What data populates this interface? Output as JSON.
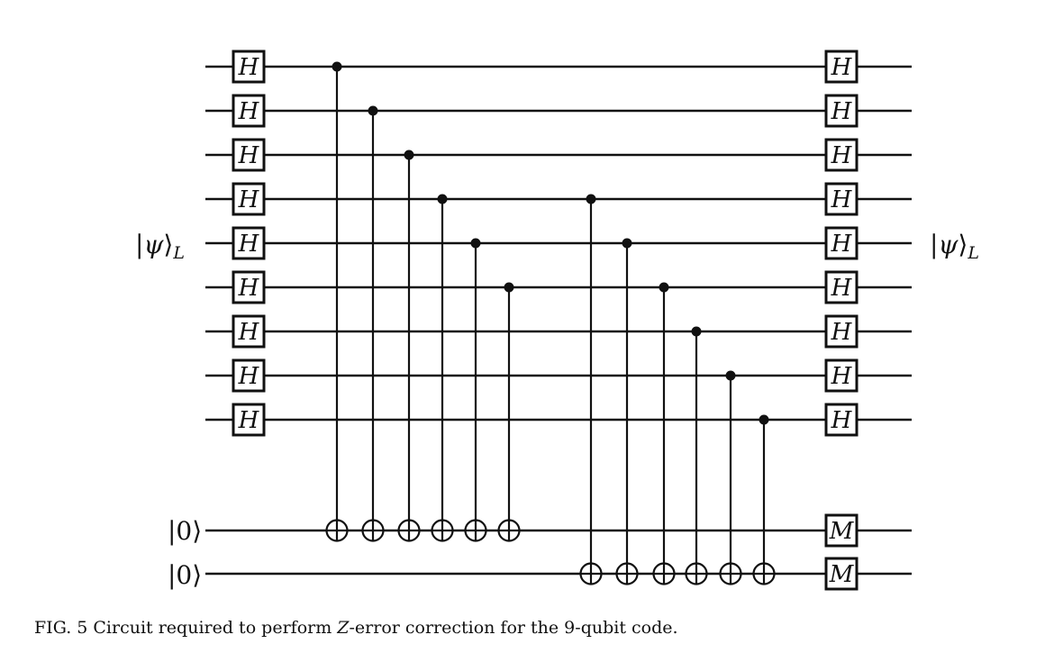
{
  "figure": {
    "input_label": {
      "open": "|",
      "symbol": "ψ",
      "close": "⟩",
      "subscript": "L"
    },
    "output_label": {
      "open": "|",
      "symbol": "ψ",
      "close": "⟩",
      "subscript": "L"
    },
    "ancilla_labels": [
      "|0⟩",
      "|0⟩"
    ],
    "data_qubit_count": 9,
    "ancilla_count": 2,
    "hadamard_gate_label": "H",
    "measure_gate_label": "M",
    "cnots": [
      {
        "control": 0,
        "target": 9
      },
      {
        "control": 1,
        "target": 9
      },
      {
        "control": 2,
        "target": 9
      },
      {
        "control": 3,
        "target": 9
      },
      {
        "control": 4,
        "target": 9
      },
      {
        "control": 5,
        "target": 9
      },
      {
        "control": 3,
        "target": 10
      },
      {
        "control": 4,
        "target": 10
      },
      {
        "control": 5,
        "target": 10
      },
      {
        "control": 6,
        "target": 10
      },
      {
        "control": 7,
        "target": 10
      },
      {
        "control": 8,
        "target": 10
      }
    ]
  },
  "caption": {
    "prefix": "FIG. 5  Circuit required to perform ",
    "emphasis": "Z",
    "suffix": "-error correction for the 9-qubit code."
  }
}
